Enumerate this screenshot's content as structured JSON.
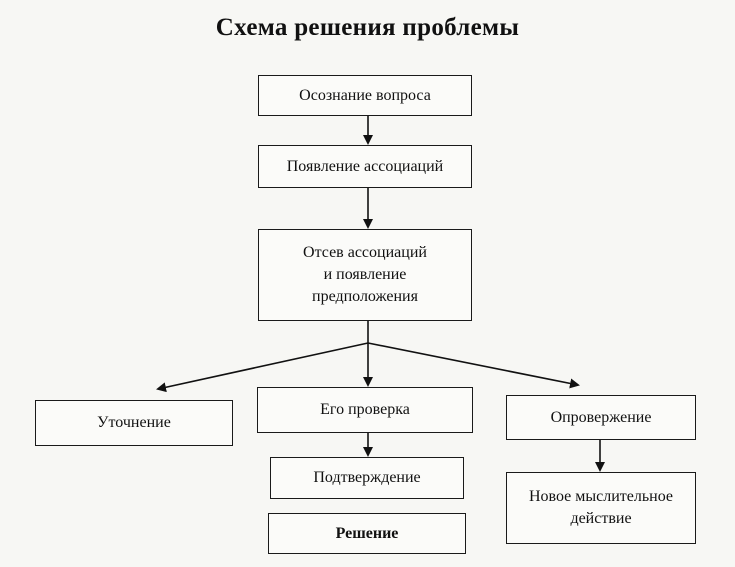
{
  "title": "Схема решения проблемы",
  "nodes": {
    "awareness": "Осознание вопроса",
    "associations": "Появление ассоциаций",
    "screening": "Отсев ассоциаций\nи появление\nпредположения",
    "clarification": "Уточнение",
    "verification": "Его проверка",
    "refutation": "Опровержение",
    "confirmation": "Подтверждение",
    "solution": "Решение",
    "new_action": "Новое мыслительное\nдействие"
  },
  "colors": {
    "line": "#111111",
    "box_border": "#1a1a1a",
    "background": "#f7f7f4"
  }
}
